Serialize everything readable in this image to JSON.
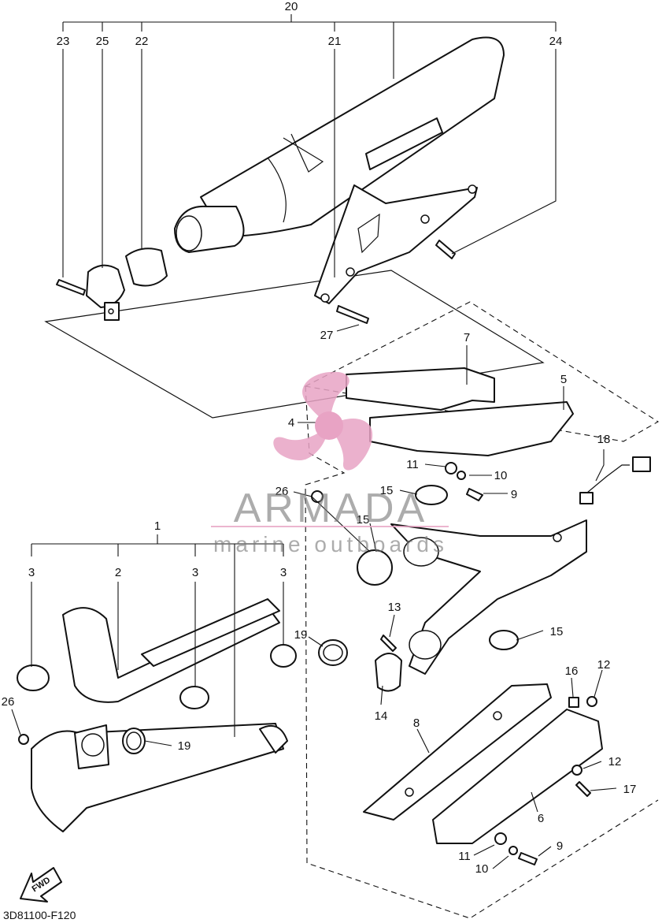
{
  "diagram_code": "3D81100-F120",
  "fwd_label": "FWD",
  "watermark": {
    "brand": "ARMADA",
    "tagline": "marine outboards",
    "color": "#e8a3c4"
  },
  "callouts": {
    "c20": "20",
    "c23": "23",
    "c25": "25",
    "c22": "22",
    "c21": "21",
    "c24": "24",
    "c27": "27",
    "c7": "7",
    "c5": "5",
    "c4": "4",
    "c18": "18",
    "c11a": "11",
    "c10a": "10",
    "c9a": "9",
    "c26a": "26",
    "c15a": "15",
    "c15b": "15",
    "c1": "1",
    "c3a": "3",
    "c2": "2",
    "c3b": "3",
    "c3c": "3",
    "c13": "13",
    "c19a": "19",
    "c15c": "15",
    "c14": "14",
    "c26b": "26",
    "c19b": "19",
    "c16": "16",
    "c12a": "12",
    "c8": "8",
    "c12b": "12",
    "c17": "17",
    "c6": "6",
    "c11b": "11",
    "c9b": "9",
    "c10b": "10"
  }
}
